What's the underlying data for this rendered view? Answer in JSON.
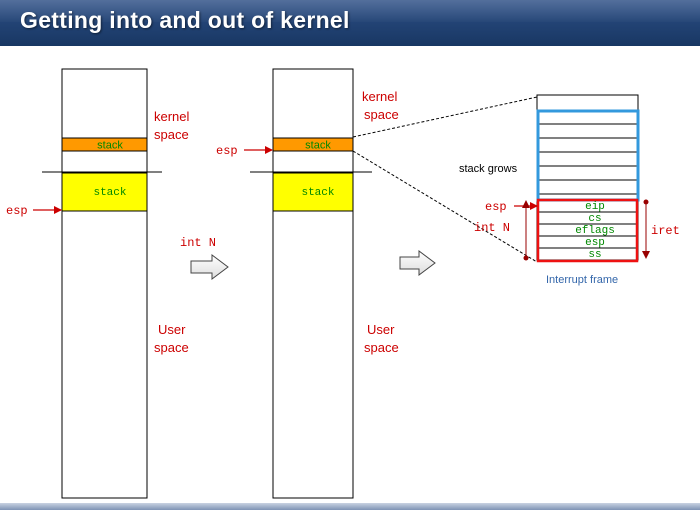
{
  "title": "Getting into and out of kernel",
  "labels": {
    "kernel_line1": "kernel",
    "kernel_line2": "space",
    "user_line1": "User",
    "user_line2": "space",
    "stack": "stack",
    "esp": "esp",
    "int_n": "int N",
    "stack_grows": "stack grows",
    "iret": "iret",
    "interrupt_frame": "Interrupt frame"
  },
  "frame_fields": [
    "eip",
    "cs",
    "eflags",
    "esp",
    "ss"
  ],
  "colors": {
    "title_bar": "#1f3f70",
    "kernel_stack": "#ff9900",
    "user_stack": "#ffff00",
    "red_text": "#cc0000",
    "green_text": "#008800",
    "cyan_box": "#3399dd",
    "red_box": "#ee1111"
  }
}
